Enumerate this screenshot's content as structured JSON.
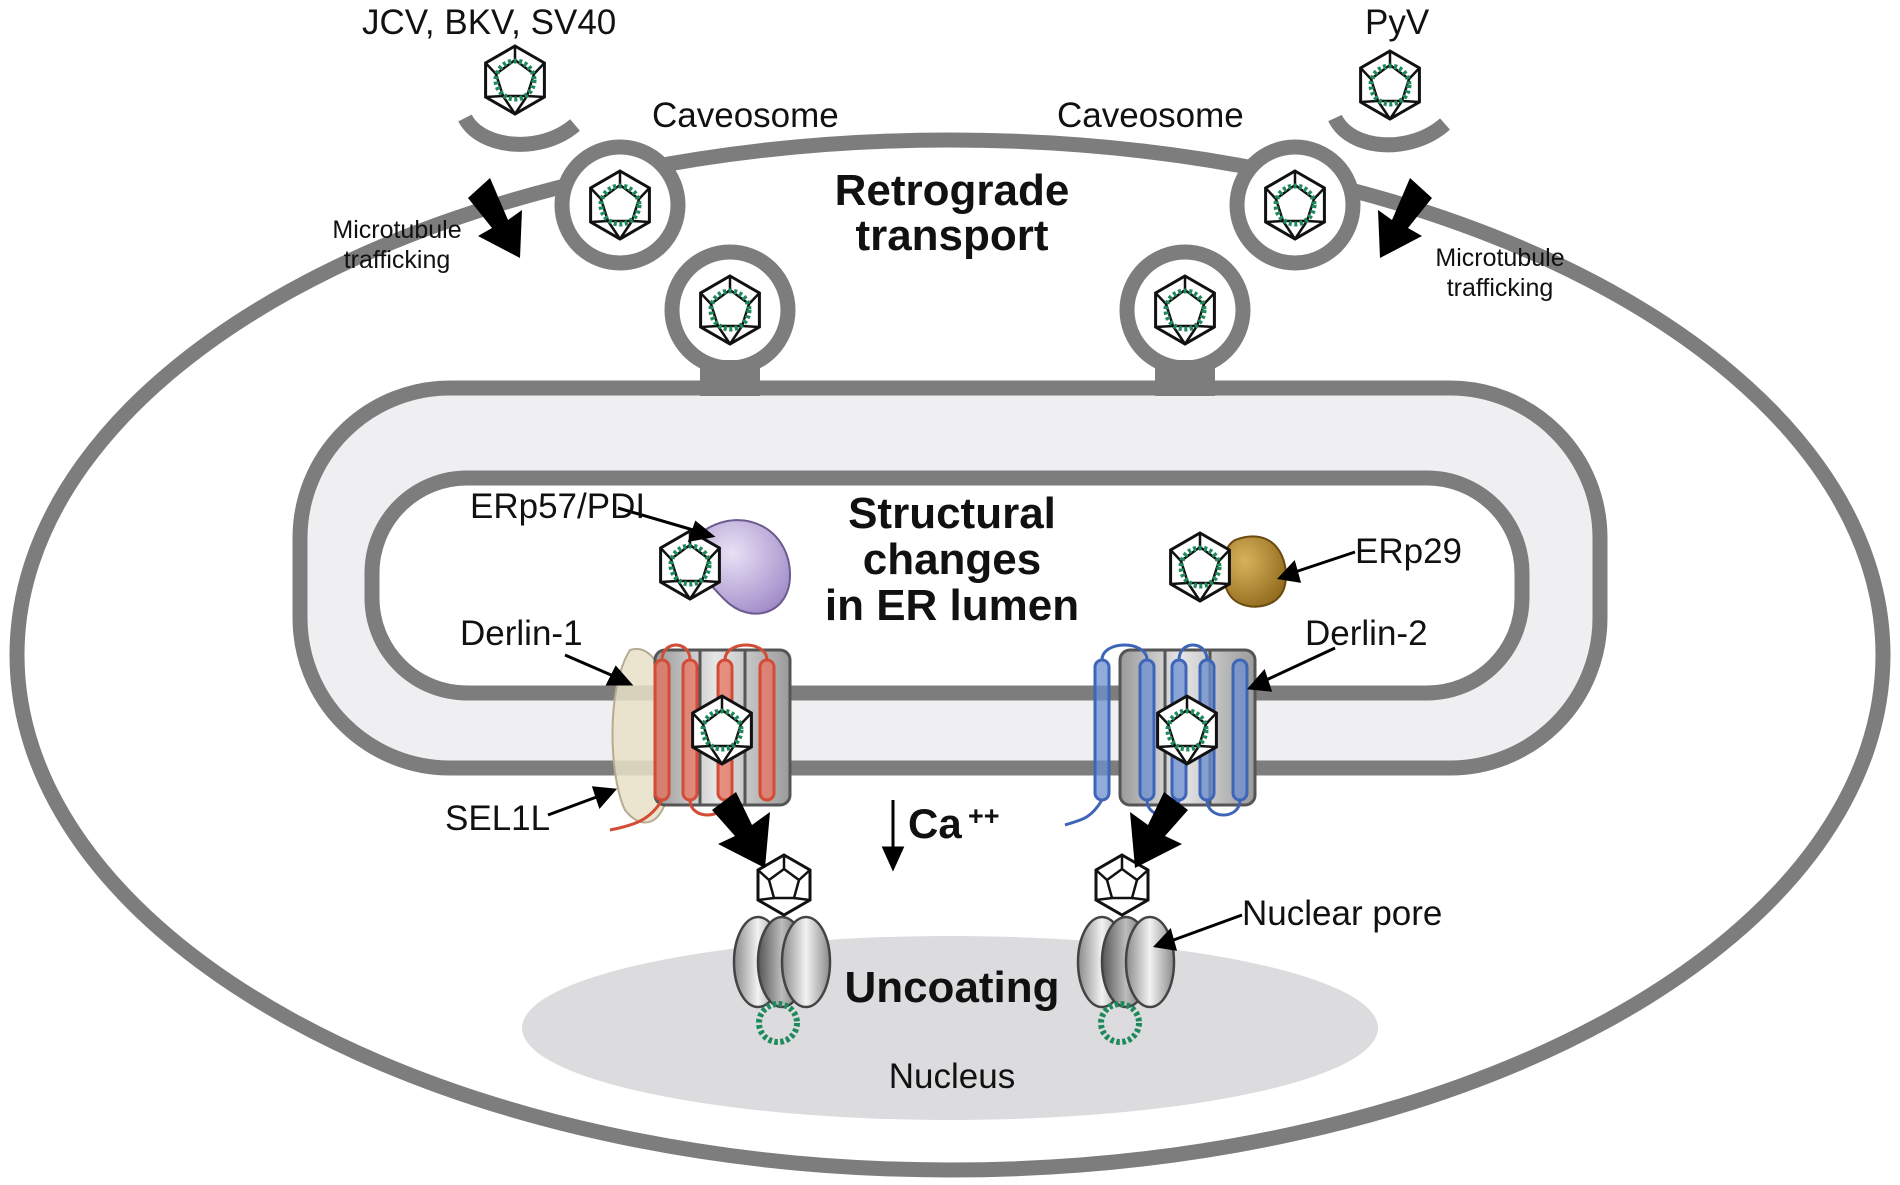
{
  "labels": {
    "virus_group_left": "JCV, BKV, SV40",
    "virus_group_right": "PyV",
    "caveosome_left": "Caveosome",
    "caveosome_right": "Caveosome",
    "microtubule_left_line1": "Microtubule",
    "microtubule_left_line2": "trafficking",
    "microtubule_right_line1": "Microtubule",
    "microtubule_right_line2": "trafficking",
    "retrograde_line1": "Retrograde",
    "retrograde_line2": "transport",
    "structural_line1": "Structural",
    "structural_line2": "changes",
    "structural_line3": "in ER lumen",
    "erp57": "ERp57/PDI",
    "erp29": "ERp29",
    "derlin1": "Derlin-1",
    "derlin2": "Derlin-2",
    "sel1l": "SEL1L",
    "calcium": "Ca",
    "calcium_charge": "++",
    "nuclear_pore": "Nuclear pore",
    "uncoating": "Uncoating",
    "nucleus": "Nucleus"
  },
  "colors": {
    "membrane": "#7d7d7d",
    "er_lumen": "#efeff1",
    "nucleus": "#dcdcde",
    "viral_dna": "#1e8a5c",
    "erp57_protein": "#b8a6d6",
    "erp29_protein": "#b08a2e",
    "derlin1_protein": "#e8735f",
    "derlin2_protein": "#6d8fd1",
    "sel1l_protein": "#e8e0c8"
  }
}
